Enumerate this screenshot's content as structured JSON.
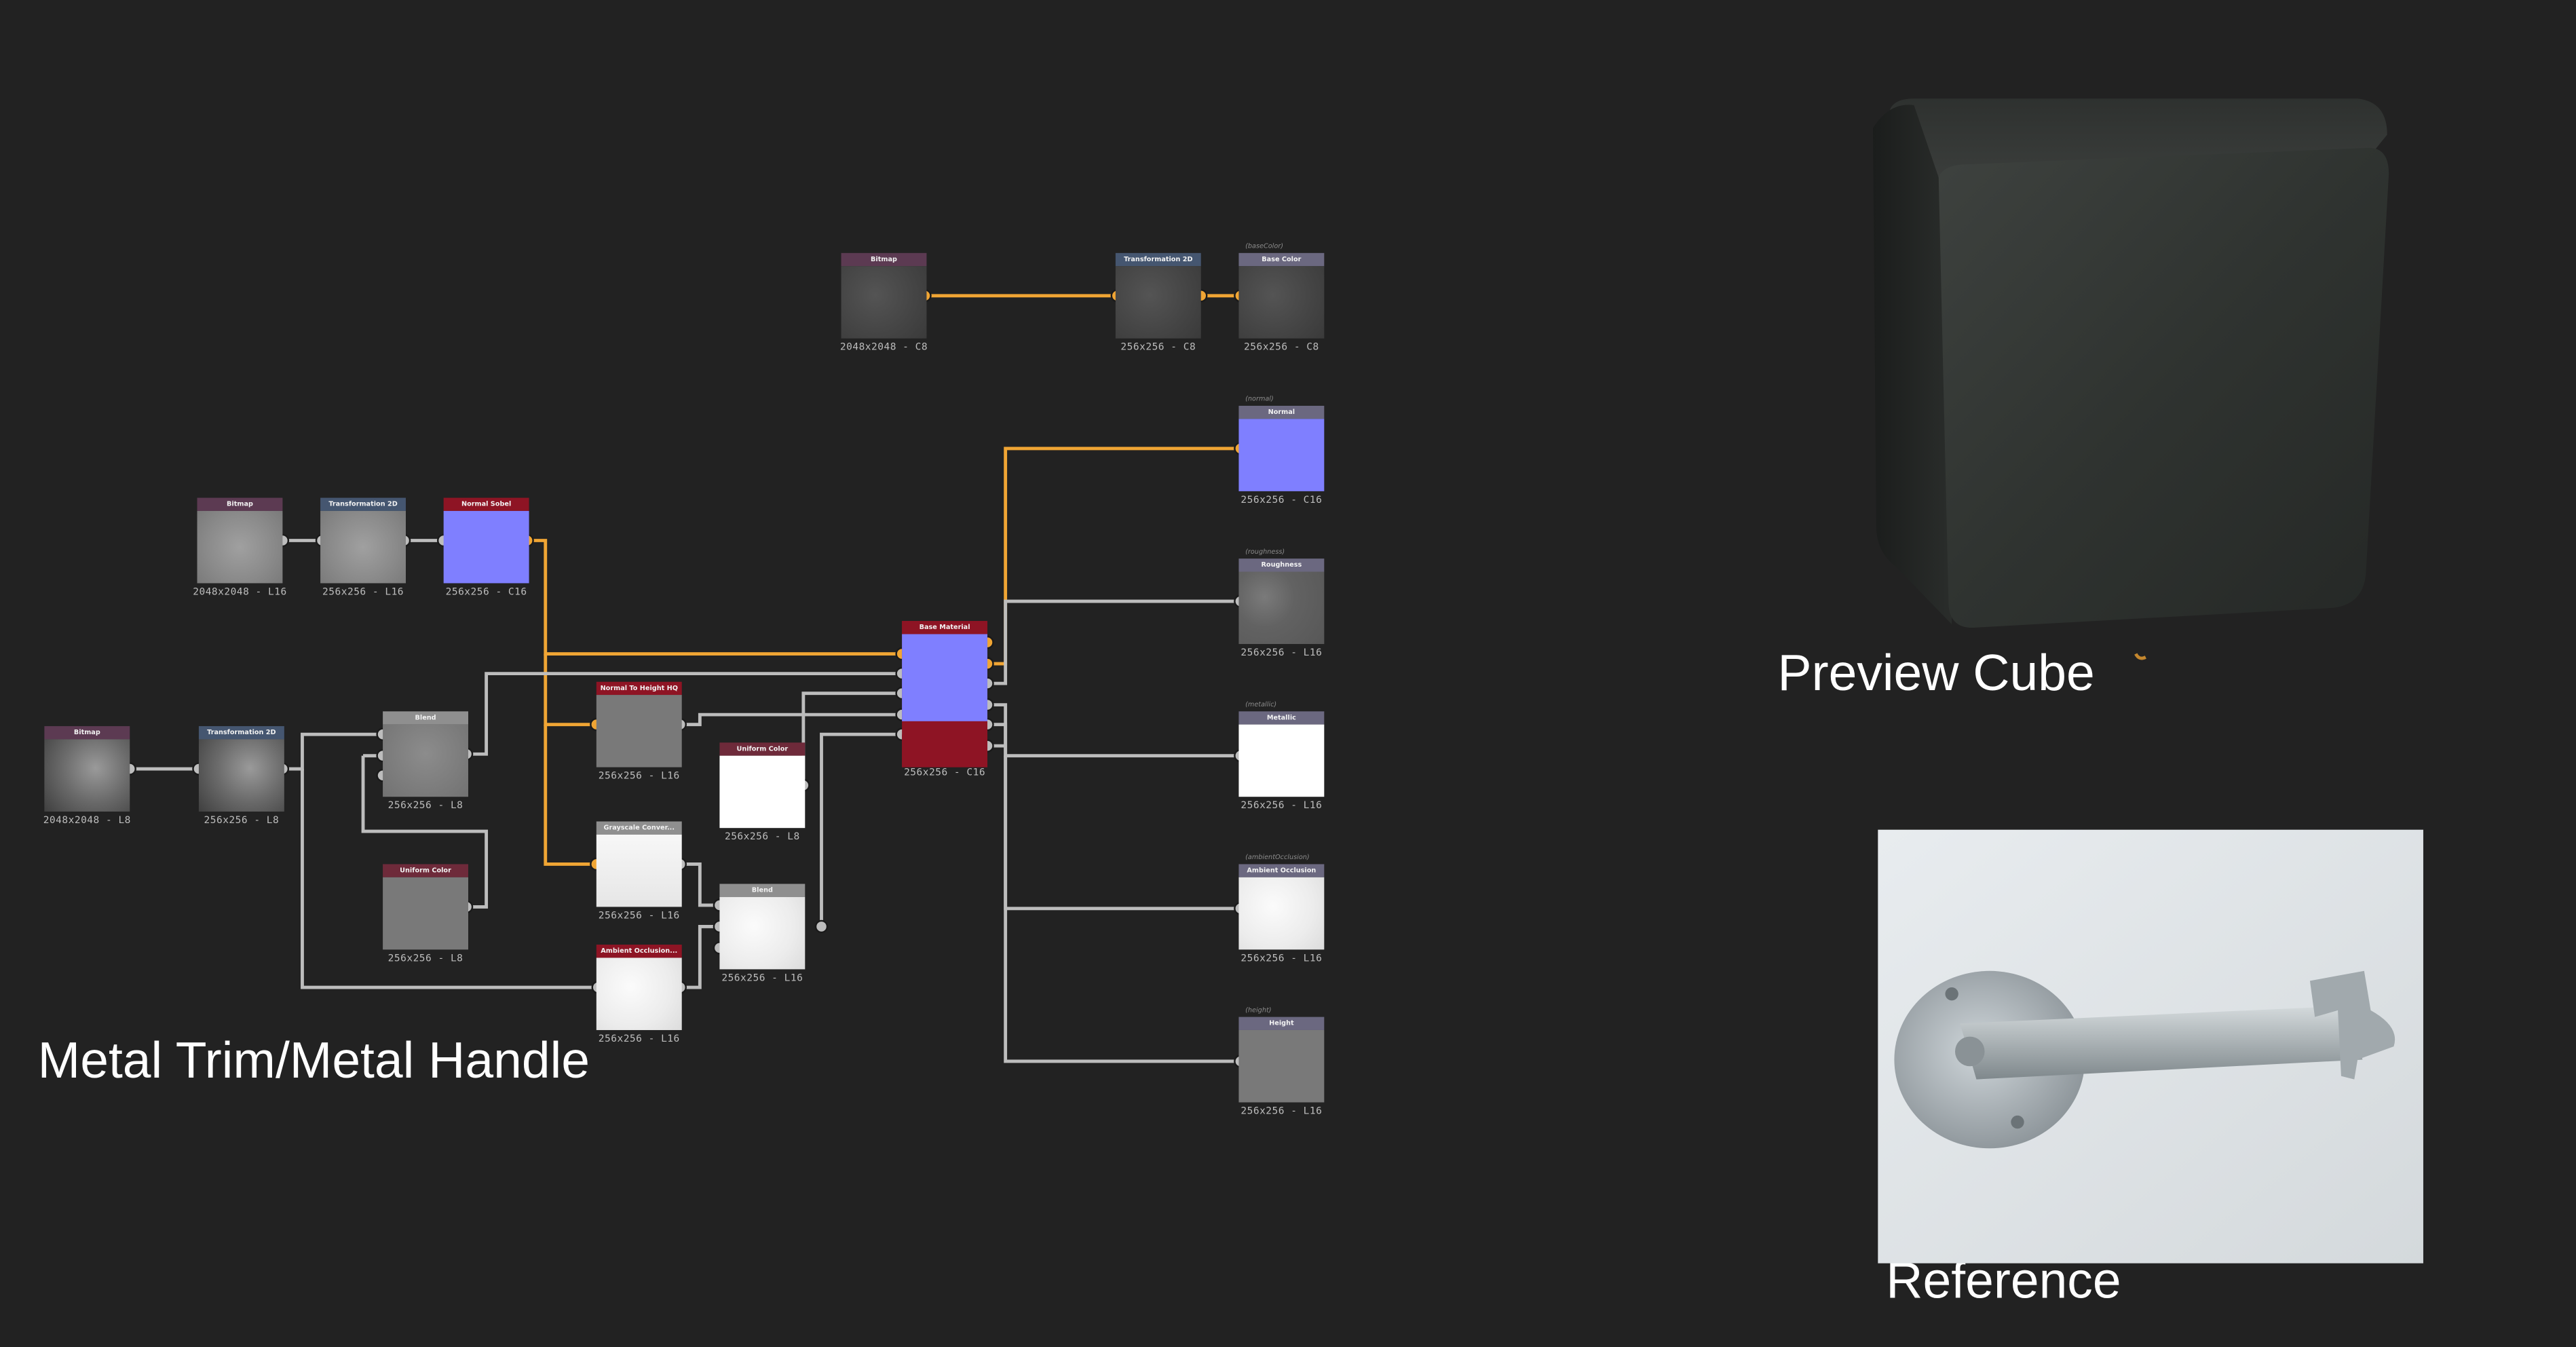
{
  "labels": {
    "graph_title": "Metal Trim/Metal Handle",
    "preview_title": "Preview Cube",
    "reference_title": "Reference"
  },
  "nodes": {
    "bitmap_top": {
      "title": "Bitmap",
      "size": "2048x2048 - C8"
    },
    "transform_top": {
      "title": "Transformation 2D",
      "size": "256x256 - C8"
    },
    "out_basecolor": {
      "tag": "(baseColor)",
      "title": "Base Color",
      "size": "256x256 - C8"
    },
    "out_normal": {
      "tag": "(normal)",
      "title": "Normal",
      "size": "256x256 - C16"
    },
    "out_roughness": {
      "tag": "(roughness)",
      "title": "Roughness",
      "size": "256x256 - L16"
    },
    "out_metallic": {
      "tag": "(metallic)",
      "title": "Metallic",
      "size": "256x256 - L16"
    },
    "out_ao": {
      "tag": "(ambientOcclusion)",
      "title": "Ambient Occlusion",
      "size": "256x256 - L16"
    },
    "out_height": {
      "tag": "(height)",
      "title": "Height",
      "size": "256x256 - L16"
    },
    "bitmap_mid": {
      "title": "Bitmap",
      "size": "2048x2048 - L16"
    },
    "transform_mid": {
      "title": "Transformation 2D",
      "size": "256x256 - L16"
    },
    "normal_sobel": {
      "title": "Normal Sobel",
      "size": "256x256 - C16"
    },
    "bitmap_low": {
      "title": "Bitmap",
      "size": "2048x2048 - L8"
    },
    "transform_low": {
      "title": "Transformation 2D",
      "size": "256x256 - L8"
    },
    "blend_a": {
      "title": "Blend",
      "size": "256x256 - L8"
    },
    "uniform_a": {
      "title": "Uniform Color",
      "size": "256x256 - L8"
    },
    "normal_to_height": {
      "title": "Normal To Height HQ",
      "size": "256x256 - L16"
    },
    "uniform_b": {
      "title": "Uniform Color",
      "size": "256x256 - L8"
    },
    "grayscale_conv": {
      "title": "Grayscale Conver...",
      "size": "256x256 - L16"
    },
    "ambient_occ": {
      "title": "Ambient Occlusion...",
      "size": "256x256 - L16"
    },
    "blend_b": {
      "title": "Blend",
      "size": "256x256 - L16"
    },
    "base_material": {
      "title": "Base Material",
      "size": "256x256 - C16"
    }
  },
  "colors": {
    "background": "#222222",
    "wire_default": "#bdbdbd",
    "wire_active": "#f0a534",
    "normal_blue": "#7f7fff",
    "material_red": "#8e1424"
  }
}
